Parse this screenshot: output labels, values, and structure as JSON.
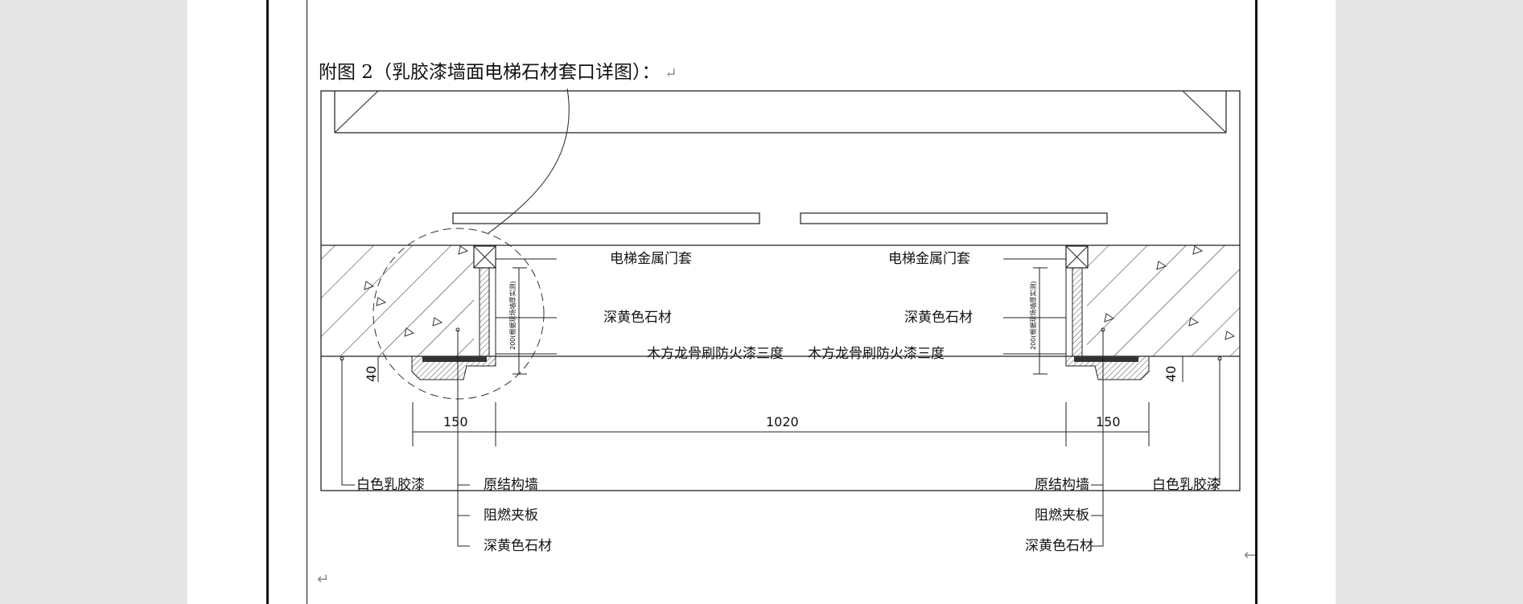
{
  "caption": {
    "text": "附图 2（乳胶漆墙面电梯石材套口详图）：",
    "return_mark": "↵"
  },
  "paragraph_marks": {
    "bottom_left": "↵",
    "right_edge": "←"
  },
  "drawing": {
    "labels_top": {
      "left_metal_frame": "电梯金属门套",
      "right_metal_frame": "电梯金属门套",
      "left_stone": "深黄色石材",
      "right_stone": "深黄色石材",
      "left_keel": "木方龙骨刷防火漆三度",
      "right_keel": "木方龙骨刷防火漆三度"
    },
    "dimensions": {
      "left_width": "150",
      "center_width": "1020",
      "right_width": "150",
      "left_depth": "40",
      "right_depth": "40",
      "left_vertical": "200(根据现场墙厚实测)",
      "right_vertical": "200(根据现场墙厚实测)"
    },
    "labels_bottom_left": {
      "paint": "白色乳胶漆",
      "wall": "原结构墙",
      "board": "阻燃夹板",
      "stone": "深黄色石材"
    },
    "labels_bottom_right": {
      "wall": "原结构墙",
      "paint": "白色乳胶漆",
      "board": "阻燃夹板",
      "stone": "深黄色石材"
    }
  }
}
